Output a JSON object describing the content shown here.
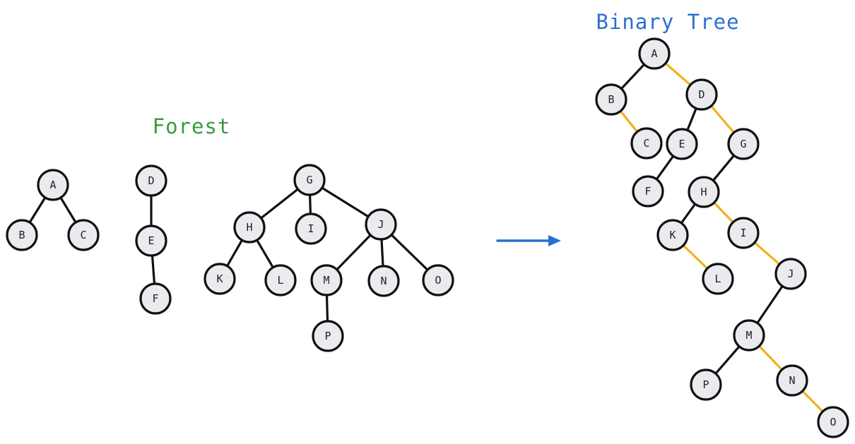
{
  "titles": {
    "forest": "Forest",
    "binary": "Binary Tree"
  },
  "colors": {
    "forest_title": "#3a9a3e",
    "binary_title": "#2b6fd0",
    "arrow": "#2b6fd0",
    "child_edge": "#111111",
    "sibling_edge": "#f0b21b",
    "node_fill": "#e9ebee",
    "node_stroke": "#111111"
  },
  "forest": {
    "nodes": [
      {
        "id": "A",
        "label": "A"
      },
      {
        "id": "B",
        "label": "B"
      },
      {
        "id": "C",
        "label": "C"
      },
      {
        "id": "D",
        "label": "D"
      },
      {
        "id": "E",
        "label": "E"
      },
      {
        "id": "F",
        "label": "F"
      },
      {
        "id": "G",
        "label": "G"
      },
      {
        "id": "H",
        "label": "H"
      },
      {
        "id": "I",
        "label": "I"
      },
      {
        "id": "J",
        "label": "J"
      },
      {
        "id": "K",
        "label": "K"
      },
      {
        "id": "L",
        "label": "L"
      },
      {
        "id": "M",
        "label": "M"
      },
      {
        "id": "N",
        "label": "N"
      },
      {
        "id": "O",
        "label": "O"
      },
      {
        "id": "P",
        "label": "P"
      }
    ],
    "edges": [
      {
        "from": "A",
        "to": "B"
      },
      {
        "from": "A",
        "to": "C"
      },
      {
        "from": "D",
        "to": "E"
      },
      {
        "from": "E",
        "to": "F"
      },
      {
        "from": "G",
        "to": "H"
      },
      {
        "from": "G",
        "to": "I"
      },
      {
        "from": "G",
        "to": "J"
      },
      {
        "from": "H",
        "to": "K"
      },
      {
        "from": "H",
        "to": "L"
      },
      {
        "from": "J",
        "to": "M"
      },
      {
        "from": "J",
        "to": "N"
      },
      {
        "from": "J",
        "to": "O"
      },
      {
        "from": "M",
        "to": "P"
      }
    ]
  },
  "binary": {
    "nodes": [
      {
        "id": "A",
        "label": "A"
      },
      {
        "id": "B",
        "label": "B"
      },
      {
        "id": "C",
        "label": "C"
      },
      {
        "id": "D",
        "label": "D"
      },
      {
        "id": "E",
        "label": "E"
      },
      {
        "id": "F",
        "label": "F"
      },
      {
        "id": "G",
        "label": "G"
      },
      {
        "id": "H",
        "label": "H"
      },
      {
        "id": "I",
        "label": "I"
      },
      {
        "id": "J",
        "label": "J"
      },
      {
        "id": "K",
        "label": "K"
      },
      {
        "id": "L",
        "label": "L"
      },
      {
        "id": "M",
        "label": "M"
      },
      {
        "id": "N",
        "label": "N"
      },
      {
        "id": "O",
        "label": "O"
      },
      {
        "id": "P",
        "label": "P"
      }
    ],
    "edges": [
      {
        "from": "A",
        "to": "B",
        "kind": "child"
      },
      {
        "from": "A",
        "to": "D",
        "kind": "sibling"
      },
      {
        "from": "B",
        "to": "C",
        "kind": "sibling"
      },
      {
        "from": "D",
        "to": "E",
        "kind": "child"
      },
      {
        "from": "D",
        "to": "G",
        "kind": "sibling"
      },
      {
        "from": "E",
        "to": "F",
        "kind": "child"
      },
      {
        "from": "G",
        "to": "H",
        "kind": "child"
      },
      {
        "from": "H",
        "to": "K",
        "kind": "child"
      },
      {
        "from": "H",
        "to": "I",
        "kind": "sibling"
      },
      {
        "from": "K",
        "to": "L",
        "kind": "sibling"
      },
      {
        "from": "I",
        "to": "J",
        "kind": "sibling"
      },
      {
        "from": "J",
        "to": "M",
        "kind": "child"
      },
      {
        "from": "M",
        "to": "P",
        "kind": "child"
      },
      {
        "from": "M",
        "to": "N",
        "kind": "sibling"
      },
      {
        "from": "N",
        "to": "O",
        "kind": "sibling"
      }
    ]
  }
}
